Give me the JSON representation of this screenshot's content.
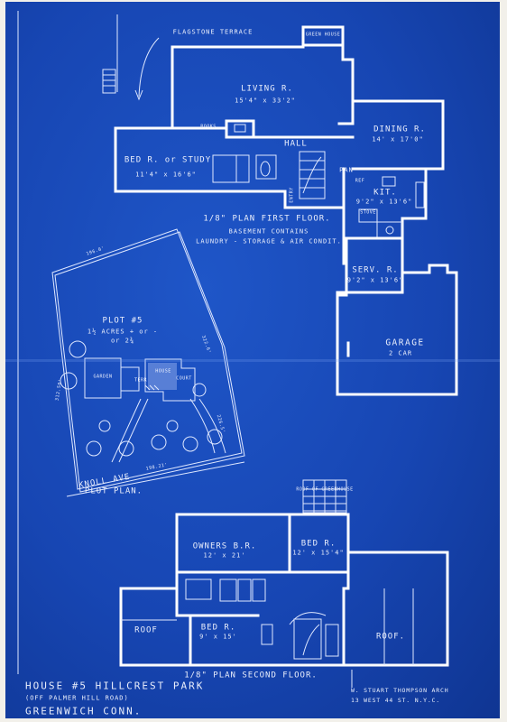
{
  "colors": {
    "paper": "#1746b3",
    "line": "#ffffff",
    "margin": "#f2f0ea"
  },
  "first_floor": {
    "terrace": "FLAGSTONE TERRACE",
    "greenhouse": "GREEN HOUSE",
    "living": {
      "name": "LIVING R.",
      "dim": "15'4\" x 33'2\""
    },
    "dining": {
      "name": "DINING R.",
      "dim": "14' x 17'0\""
    },
    "bed": {
      "name": "BED R. or STUDY",
      "dim": "11'4\" x 16'6\""
    },
    "hall": "HALL",
    "pan": "PAN",
    "books": "BOOKS",
    "kit": {
      "name": "KIT.",
      "dim": "9'2\" x 13'6\""
    },
    "ref": "REF",
    "stove": "STOVE",
    "entry": "ENTRY",
    "serv": {
      "name": "SERV. R.",
      "dim": "9'2\" x 13'6\""
    },
    "garage": {
      "name": "GARAGE",
      "dim": "2 CAR"
    },
    "plan_title": "1/8\" PLAN FIRST FLOOR.",
    "basement_1": "BASEMENT CONTAINS",
    "basement_2": "LAUNDRY - STORAGE & AIR CONDIT."
  },
  "plot": {
    "name": "PLOT #5",
    "area_1": "1½ ACRES + or -",
    "area_2": "or 2¾",
    "garden": "GARDEN",
    "house": "HOUSE",
    "terr": "TERR",
    "court": "COURT",
    "dim_top": "196.0'",
    "dim_left": "312.50'",
    "dim_right": "322.6'",
    "dim_bottom": "198.21'",
    "dim_br": "226.5'",
    "avenue": "KNOLL AVE",
    "plan_label": "PLOT PLAN."
  },
  "second_floor": {
    "greenhouse_roof": "ROOF OF GREENHOUSE",
    "owners": {
      "name": "OWNERS B.R.",
      "dim": "12' x 21'"
    },
    "bed_a": {
      "name": "BED R.",
      "dim": "12' x 15'4\""
    },
    "bed_b": {
      "name": "BED R.",
      "dim": "9' x 15'"
    },
    "roof_left": "ROOF",
    "roof_right": "ROOF.",
    "plan_title": "1/8\" PLAN SECOND FLOOR."
  },
  "title_block": {
    "line1": "HOUSE #5 HILLCREST PARK",
    "line2": "(OFF PALMER HILL ROAD)",
    "line3": "GREENWICH   CONN."
  },
  "architect": {
    "line1": "W. STUART THOMPSON ARCH",
    "line2": "13 WEST 44 ST. N.Y.C."
  }
}
